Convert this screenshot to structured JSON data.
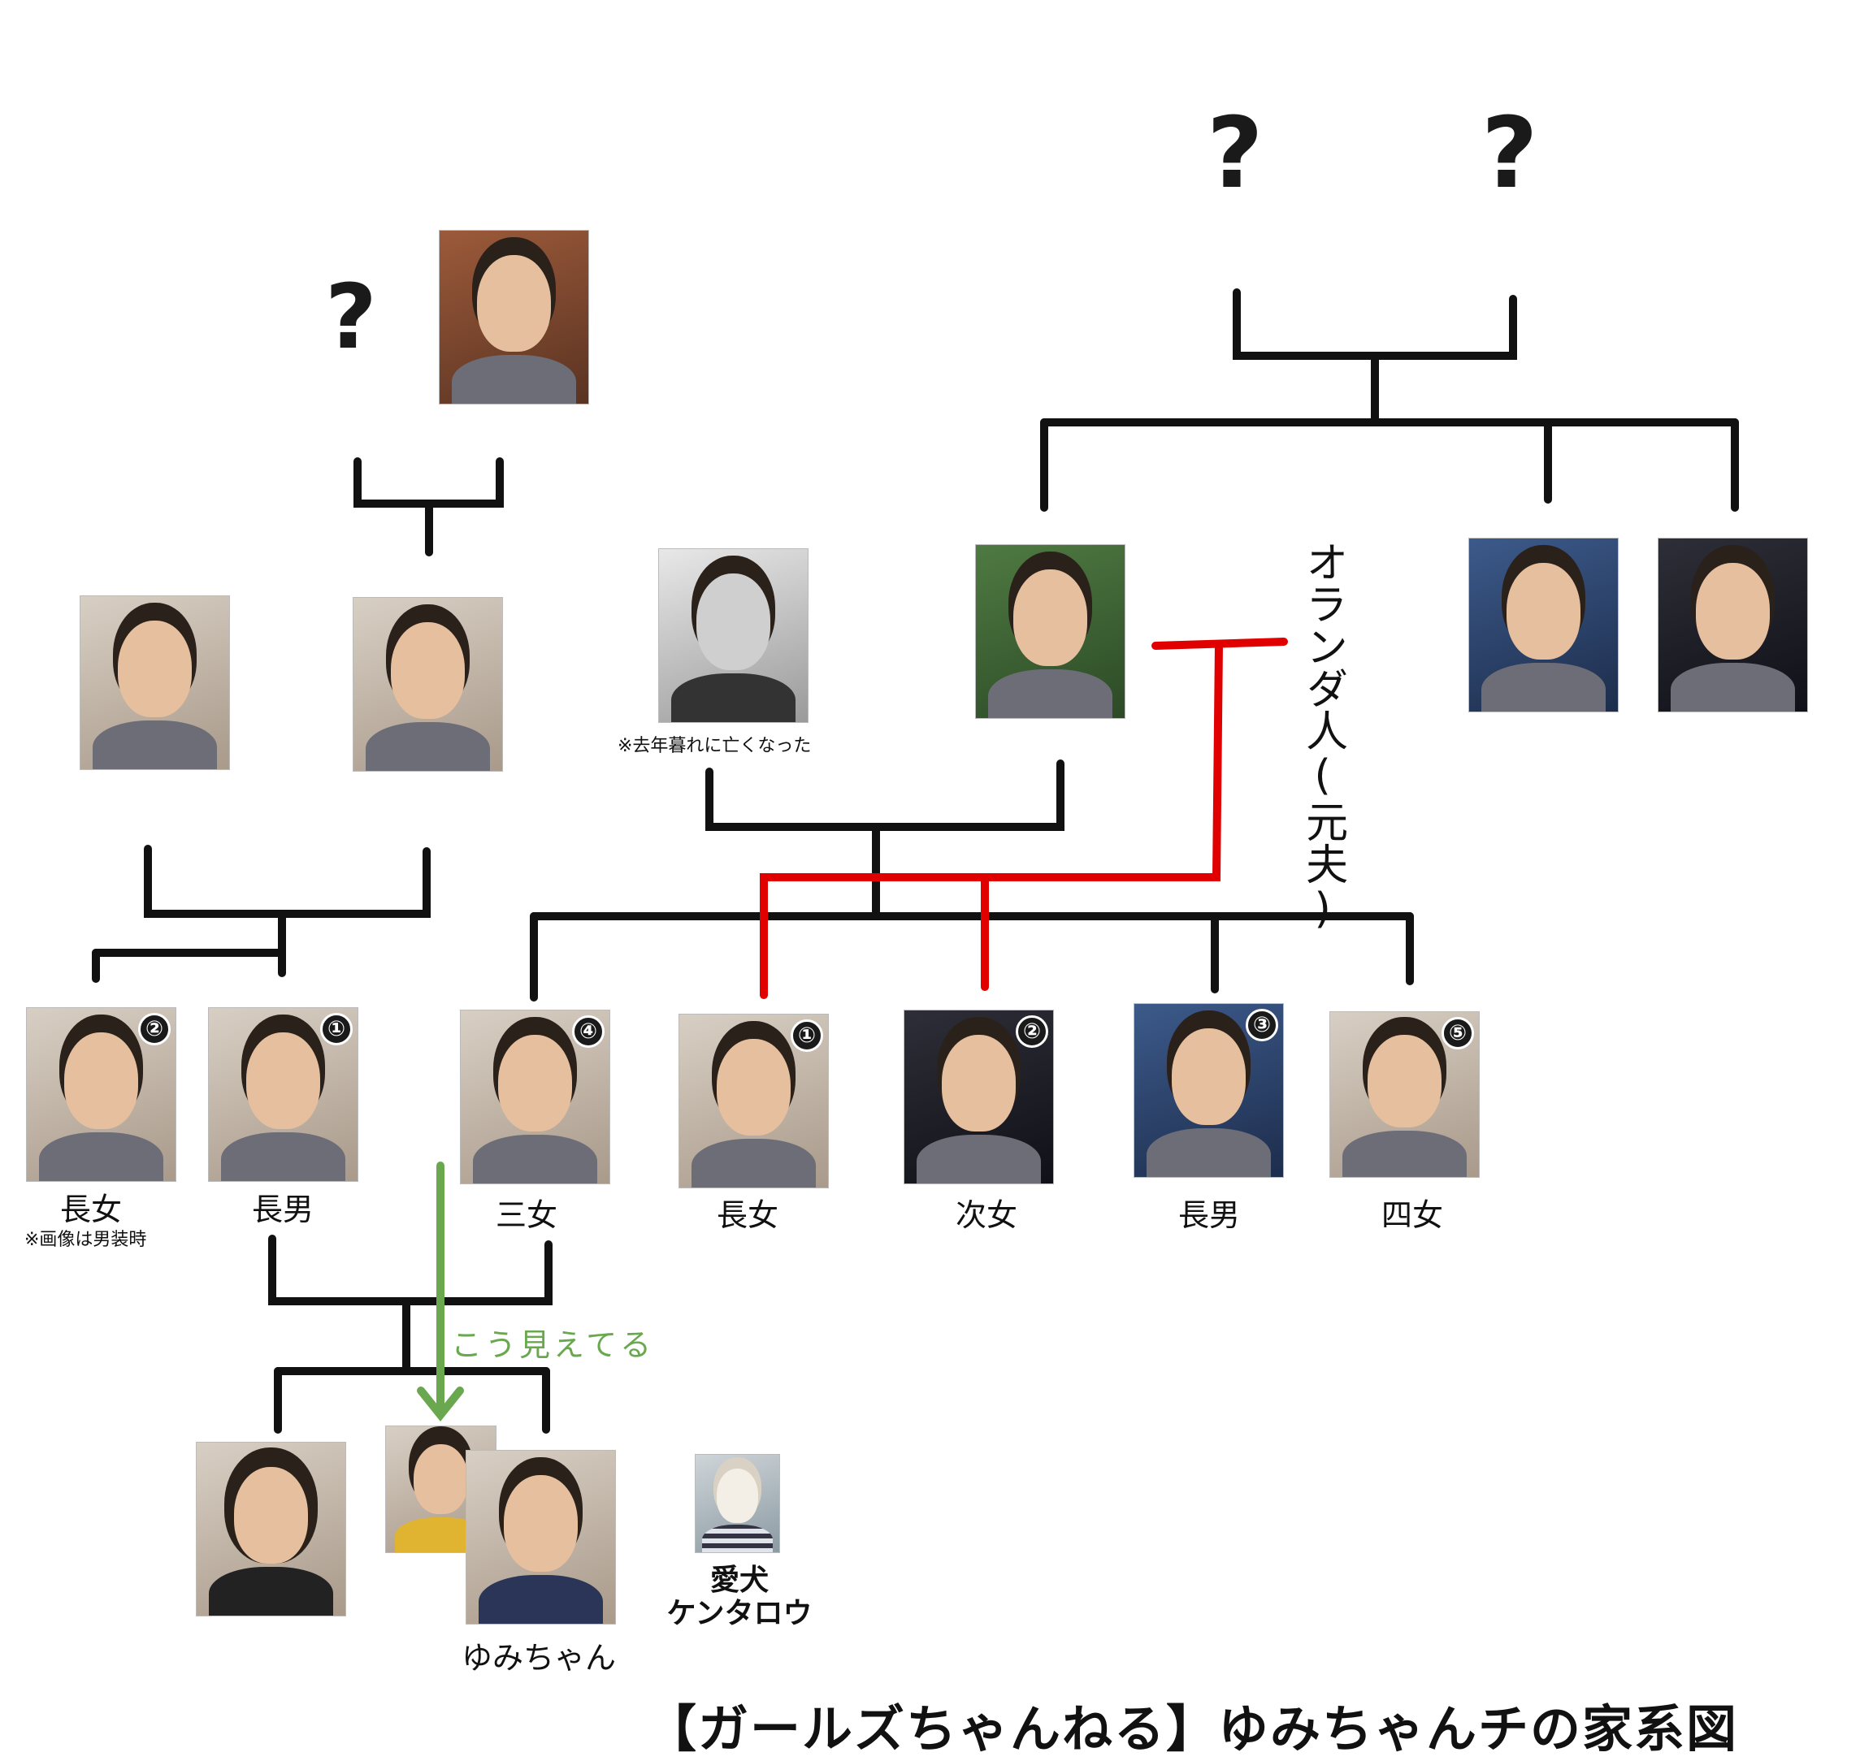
{
  "title": "【ガールズちゃんねる】ゆみちゃんチの家系図",
  "question_mark": "?",
  "vertical_label": "オランダ人(元夫)",
  "note_passed": "※去年暮れに亡くなった",
  "note_male_attire": "※画像は男装時",
  "green_label": "こう見えてる",
  "dog_label": "愛犬\nケンタロウ",
  "yumi_label": "ゆみちゃん",
  "children": [
    {
      "label": "長女",
      "badge": "①"
    },
    {
      "label": "次女",
      "badge": "②"
    },
    {
      "label": "長男",
      "badge": "③"
    },
    {
      "label": "三女",
      "badge": "④"
    },
    {
      "label": "四女",
      "badge": "⑤"
    }
  ],
  "left_children": [
    {
      "label": "長女",
      "badge": "②"
    },
    {
      "label": "長男",
      "badge": "①"
    }
  ],
  "colors": {
    "line": "#111111",
    "red_line": "#e00000",
    "green_arrow": "#6aa84f"
  }
}
